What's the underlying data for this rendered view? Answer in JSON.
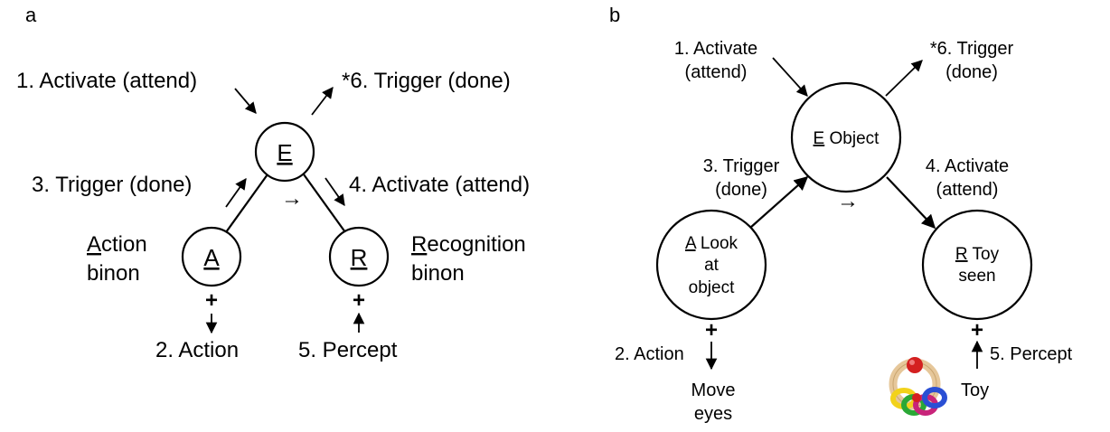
{
  "panel_a": {
    "label": "a",
    "activate": "1. Activate (attend)",
    "trigger_done_top": "*6. Trigger (done)",
    "node_e": "E",
    "trigger_done": "3. Trigger (done)",
    "activate_attend": "4. Activate (attend)",
    "node_a": "A",
    "node_r": "R",
    "action_binon_initial": "A",
    "action_binon_rest": "ction",
    "action_binon_line2": "binon",
    "recognition_binon_initial": "R",
    "recognition_binon_rest": "ecognition",
    "recognition_binon_line2": "binon",
    "plus_left": "+",
    "plus_right": "+",
    "action": "2. Action",
    "percept": "5. Percept",
    "seq_arrow": "→"
  },
  "panel_b": {
    "label": "b",
    "activate_line1": "1. Activate",
    "activate_line2": "(attend)",
    "trigger_top_line1": "*6. Trigger",
    "trigger_top_line2": "(done)",
    "node_e_letter": "E",
    "node_e_text": " Object",
    "trigger_line1": "3. Trigger",
    "trigger_line2": "(done)",
    "activate4_line1": "4. Activate",
    "activate4_line2": "(attend)",
    "node_a_letter": "A",
    "node_a_text1": " Look",
    "node_a_text2": "at",
    "node_a_text3": "object",
    "node_r_letter": "R",
    "node_r_text1": " Toy",
    "node_r_text2": "seen",
    "plus_left": "+",
    "plus_right": "+",
    "action": "2. Action",
    "move_line1": "Move",
    "move_line2": "eyes",
    "percept": "5. Percept",
    "toy": "Toy",
    "seq_arrow": "→"
  },
  "icons": {
    "toy": "rattle-toy-icon"
  },
  "colors": {
    "ink": "#000000",
    "background": "#ffffff",
    "toy_wood": "#e6c79a",
    "toy_red": "#d42020",
    "toy_green": "#2aa836",
    "toy_blue": "#2a4fd4",
    "toy_yellow": "#f2d21a",
    "toy_magenta": "#c8247a"
  }
}
